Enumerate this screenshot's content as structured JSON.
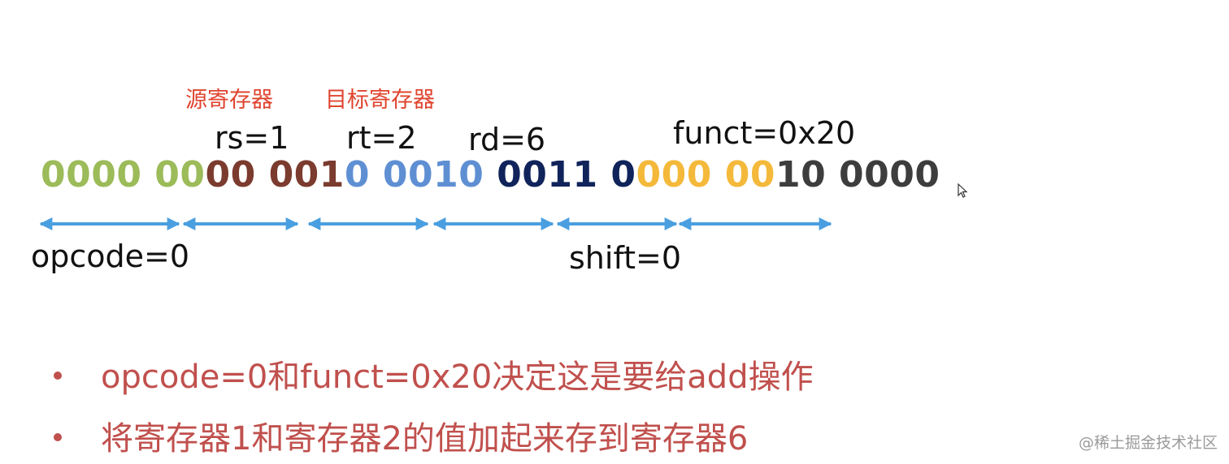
{
  "labels_cn": {
    "rs": "源寄存器",
    "rt": "目标寄存器"
  },
  "fields": {
    "rs": "rs=1",
    "rt": "rt=2",
    "rd": "rd=6",
    "funct": "funct=0x20",
    "opcode": "opcode=0",
    "shift": "shift=0"
  },
  "bits": {
    "opcode": "0000 00",
    "rs": "00 001",
    "rt": "0 0010",
    "rd": " 0011 0",
    "shift": "000 00",
    "funct": "10 0000"
  },
  "colors": {
    "opcode": "#9cbb59",
    "rs": "#7b3b2e",
    "rt": "#5f8fd3",
    "rd": "#10245b",
    "shift": "#f4b93a",
    "funct": "#3d3d3d",
    "arrow": "#4a9fe0",
    "bullet_text": "#c0504d",
    "cn_label": "#e0442f"
  },
  "bullets": [
    "opcode=0和funct=0x20决定这是要给add操作",
    "将寄存器1和寄存器2的值加起来存到寄存器6"
  ],
  "watermark": "@稀土掘金技术社区",
  "icons": {
    "cursor": "mouse-pointer-icon"
  }
}
